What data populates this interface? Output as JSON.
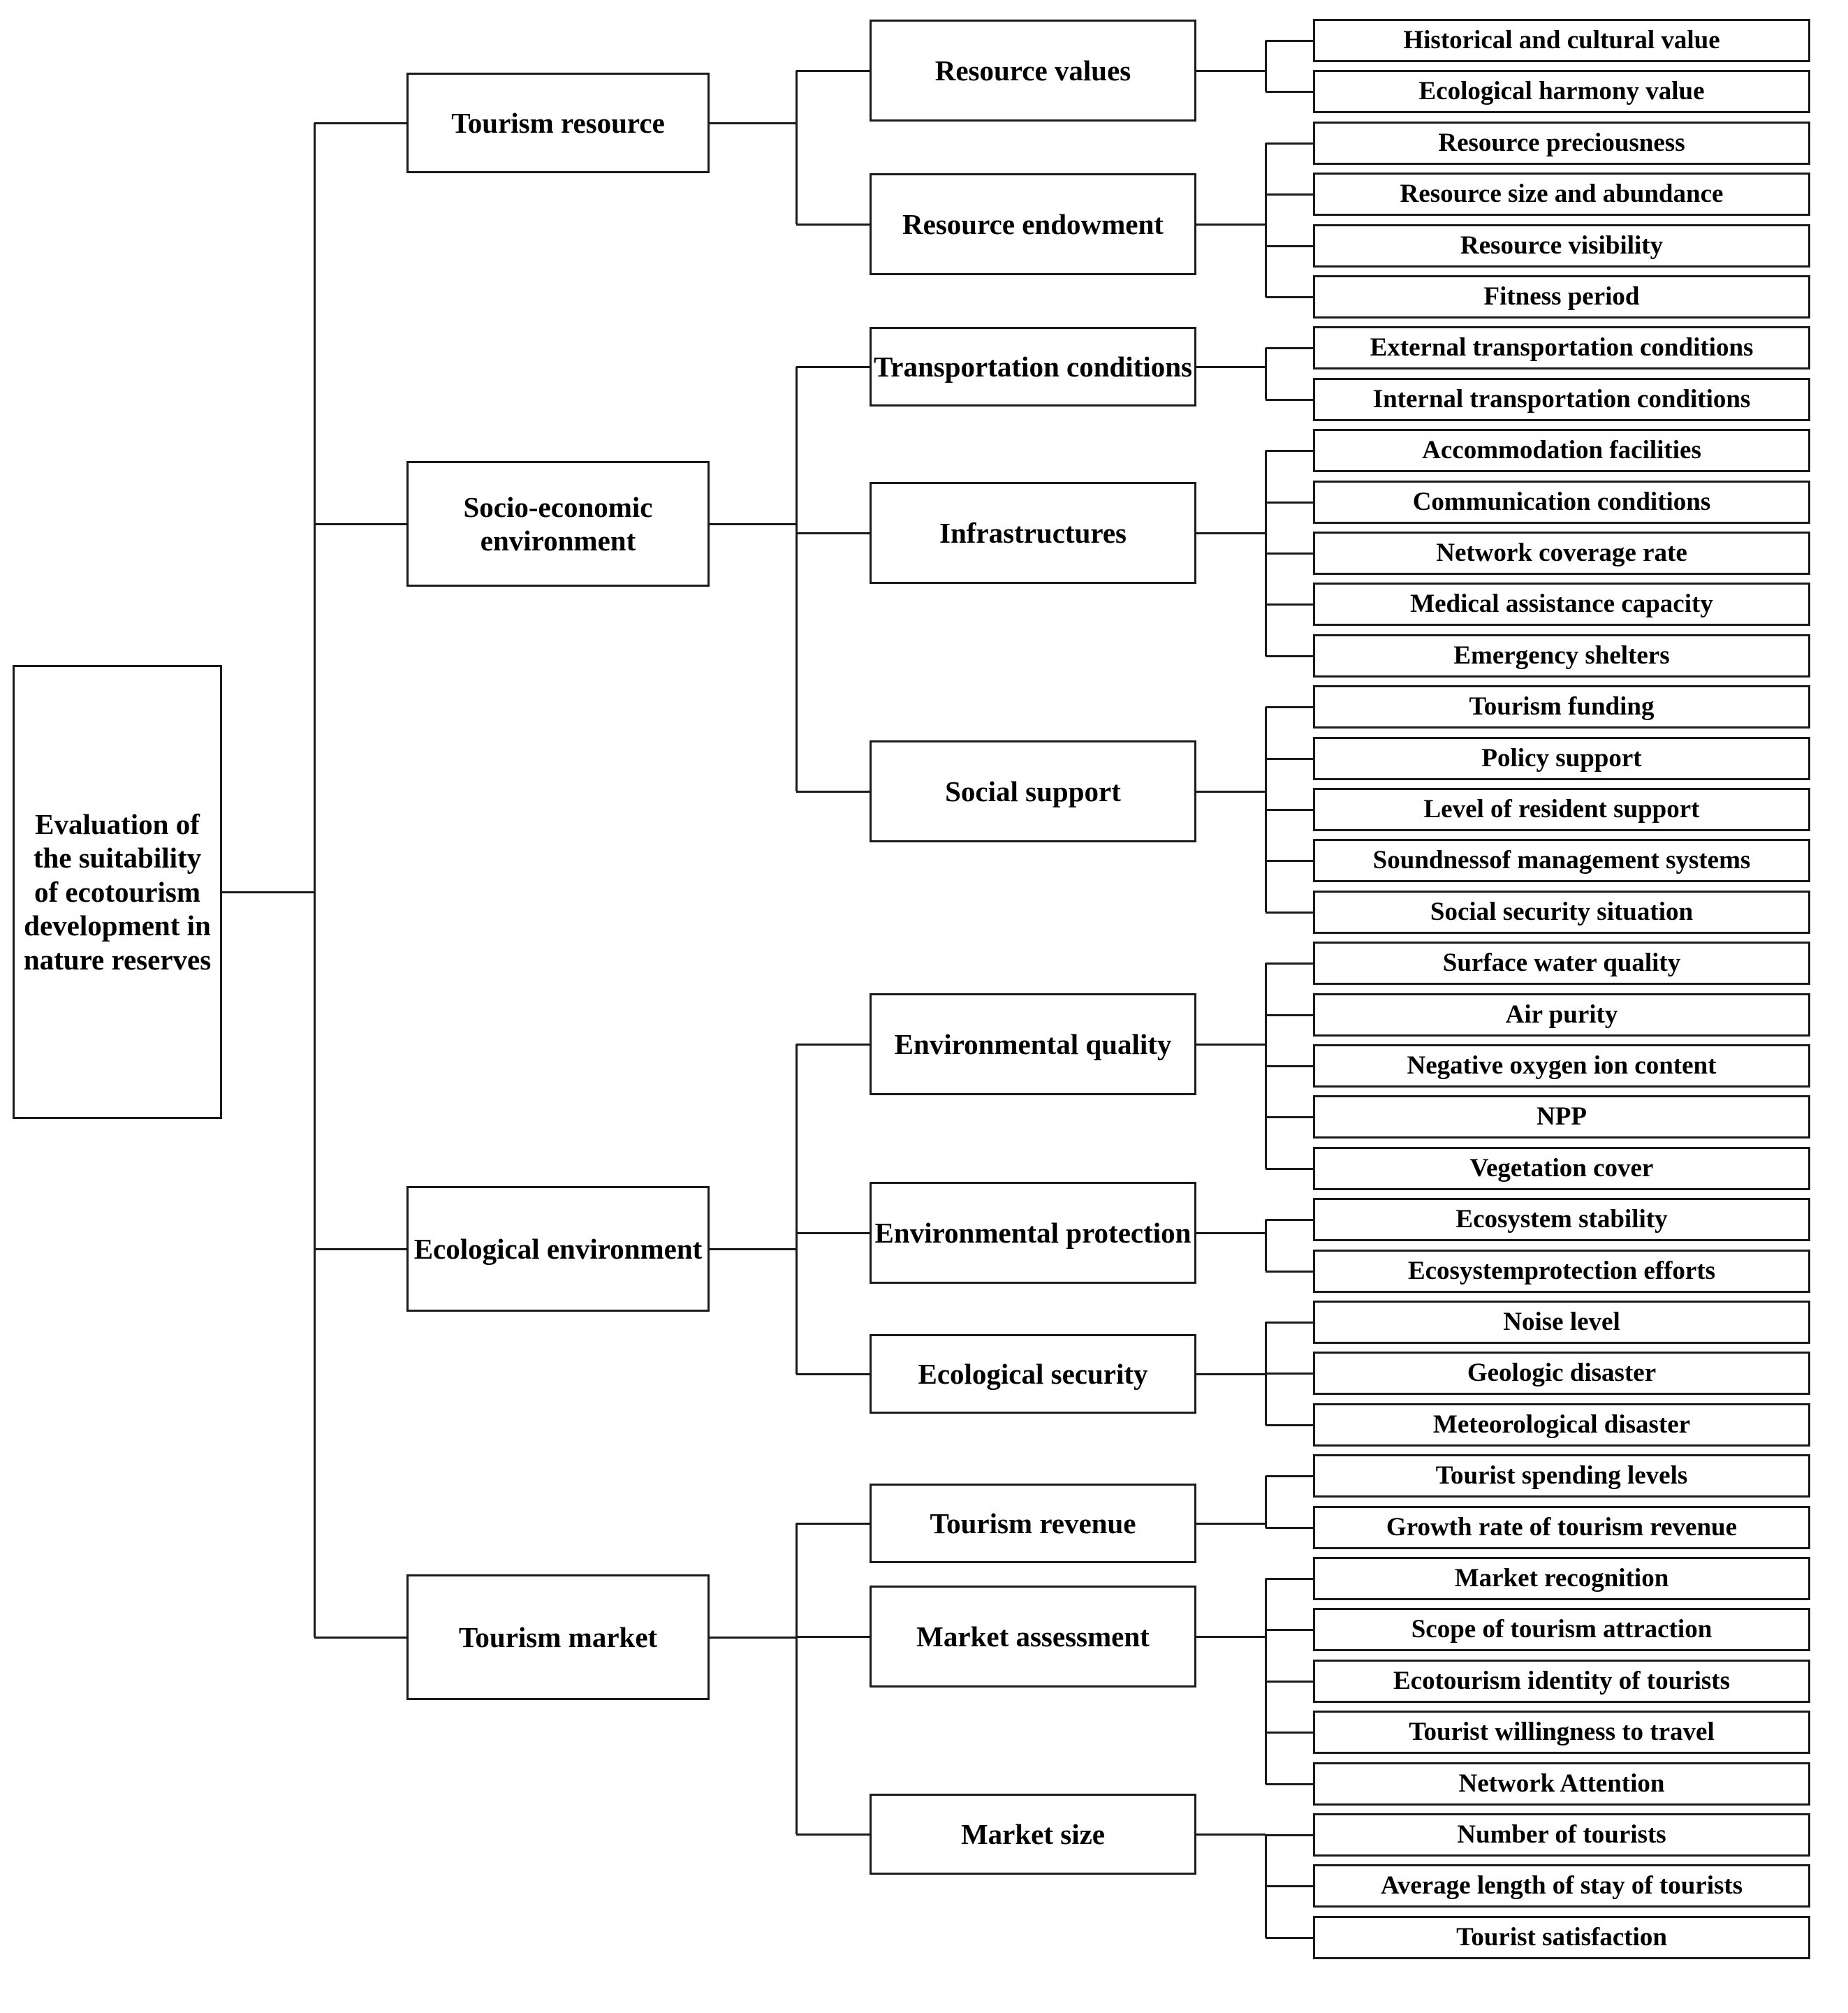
{
  "diagram": {
    "type": "hierarchy-tree",
    "orientation": "left-to-right",
    "root": {
      "label": "Evaluation of the suitability of ecotourism development in nature reserves"
    },
    "level2": [
      {
        "id": "l2-0",
        "label": "Tourism resource"
      },
      {
        "id": "l2-1",
        "label": "Socio-economic environment"
      },
      {
        "id": "l2-2",
        "label": "Ecological environment"
      },
      {
        "id": "l2-3",
        "label": "Tourism market"
      }
    ],
    "level3": [
      {
        "id": "m0",
        "parent": "l2-0",
        "label": "Resource values"
      },
      {
        "id": "m1",
        "parent": "l2-0",
        "label": "Resource endowment"
      },
      {
        "id": "m2",
        "parent": "l2-1",
        "label": "Transportation conditions"
      },
      {
        "id": "m3",
        "parent": "l2-1",
        "label": "Infrastructures"
      },
      {
        "id": "m4",
        "parent": "l2-1",
        "label": "Social support"
      },
      {
        "id": "m5",
        "parent": "l2-2",
        "label": "Environmental quality"
      },
      {
        "id": "m6",
        "parent": "l2-2",
        "label": "Environmental protection"
      },
      {
        "id": "m7",
        "parent": "l2-2",
        "label": "Ecological security"
      },
      {
        "id": "m8",
        "parent": "l2-3",
        "label": "Tourism revenue"
      },
      {
        "id": "m9",
        "parent": "l2-3",
        "label": "Market assessment"
      },
      {
        "id": "m10",
        "parent": "l2-3",
        "label": "Market size"
      }
    ],
    "leaves": [
      {
        "id": "f0",
        "parent": "m0",
        "label": "Historical and cultural value"
      },
      {
        "id": "f1",
        "parent": "m0",
        "label": "Ecological harmony value"
      },
      {
        "id": "f2",
        "parent": "m1",
        "label": "Resource preciousness"
      },
      {
        "id": "f3",
        "parent": "m1",
        "label": "Resource size and abundance"
      },
      {
        "id": "f4",
        "parent": "m1",
        "label": "Resource visibility"
      },
      {
        "id": "f5",
        "parent": "m1",
        "label": "Fitness period"
      },
      {
        "id": "f6",
        "parent": "m2",
        "label": "External transportation conditions"
      },
      {
        "id": "f7",
        "parent": "m2",
        "label": "Internal transportation conditions"
      },
      {
        "id": "f8",
        "parent": "m3",
        "label": "Accommodation facilities"
      },
      {
        "id": "f9",
        "parent": "m3",
        "label": "Communication conditions"
      },
      {
        "id": "f10",
        "parent": "m3",
        "label": "Network coverage rate"
      },
      {
        "id": "f11",
        "parent": "m3",
        "label": "Medical assistance capacity"
      },
      {
        "id": "f12",
        "parent": "m3",
        "label": "Emergency shelters"
      },
      {
        "id": "f13",
        "parent": "m4",
        "label": "Tourism funding"
      },
      {
        "id": "f14",
        "parent": "m4",
        "label": "Policy support"
      },
      {
        "id": "f15",
        "parent": "m4",
        "label": "Level of resident support"
      },
      {
        "id": "f16",
        "parent": "m4",
        "label": "Soundnessof management systems"
      },
      {
        "id": "f17",
        "parent": "m4",
        "label": "Social security situation"
      },
      {
        "id": "f18",
        "parent": "m5",
        "label": "Surface water quality"
      },
      {
        "id": "f19",
        "parent": "m5",
        "label": "Air purity"
      },
      {
        "id": "f20",
        "parent": "m5",
        "label": "Negative oxygen ion content"
      },
      {
        "id": "f21",
        "parent": "m5",
        "label": "NPP"
      },
      {
        "id": "f22",
        "parent": "m5",
        "label": "Vegetation cover"
      },
      {
        "id": "f23",
        "parent": "m6",
        "label": "Ecosystem stability"
      },
      {
        "id": "f24",
        "parent": "m6",
        "label": "Ecosystemprotection efforts"
      },
      {
        "id": "f25",
        "parent": "m7",
        "label": "Noise level"
      },
      {
        "id": "f26",
        "parent": "m7",
        "label": "Geologic disaster"
      },
      {
        "id": "f27",
        "parent": "m7",
        "label": "Meteorological disaster"
      },
      {
        "id": "f28",
        "parent": "m8",
        "label": "Tourist spending levels"
      },
      {
        "id": "f29",
        "parent": "m8",
        "label": "Growth rate of tourism revenue"
      },
      {
        "id": "f30",
        "parent": "m9",
        "label": "Market recognition"
      },
      {
        "id": "f31",
        "parent": "m9",
        "label": "Scope of tourism attraction"
      },
      {
        "id": "f32",
        "parent": "m9",
        "label": "Ecotourism identity of tourists"
      },
      {
        "id": "f33",
        "parent": "m9",
        "label": "Tourist willingness to travel"
      },
      {
        "id": "f34",
        "parent": "m9",
        "label": "Network Attention"
      },
      {
        "id": "f35",
        "parent": "m10",
        "label": "Number of tourists"
      },
      {
        "id": "f36",
        "parent": "m10",
        "label": "Average length of stay of tourists"
      },
      {
        "id": "f37",
        "parent": "m10",
        "label": "Tourist satisfaction"
      }
    ],
    "style": {
      "line_color": "#1a1a1a",
      "box_fill": "#ffffff",
      "text_color": "#000000"
    }
  }
}
